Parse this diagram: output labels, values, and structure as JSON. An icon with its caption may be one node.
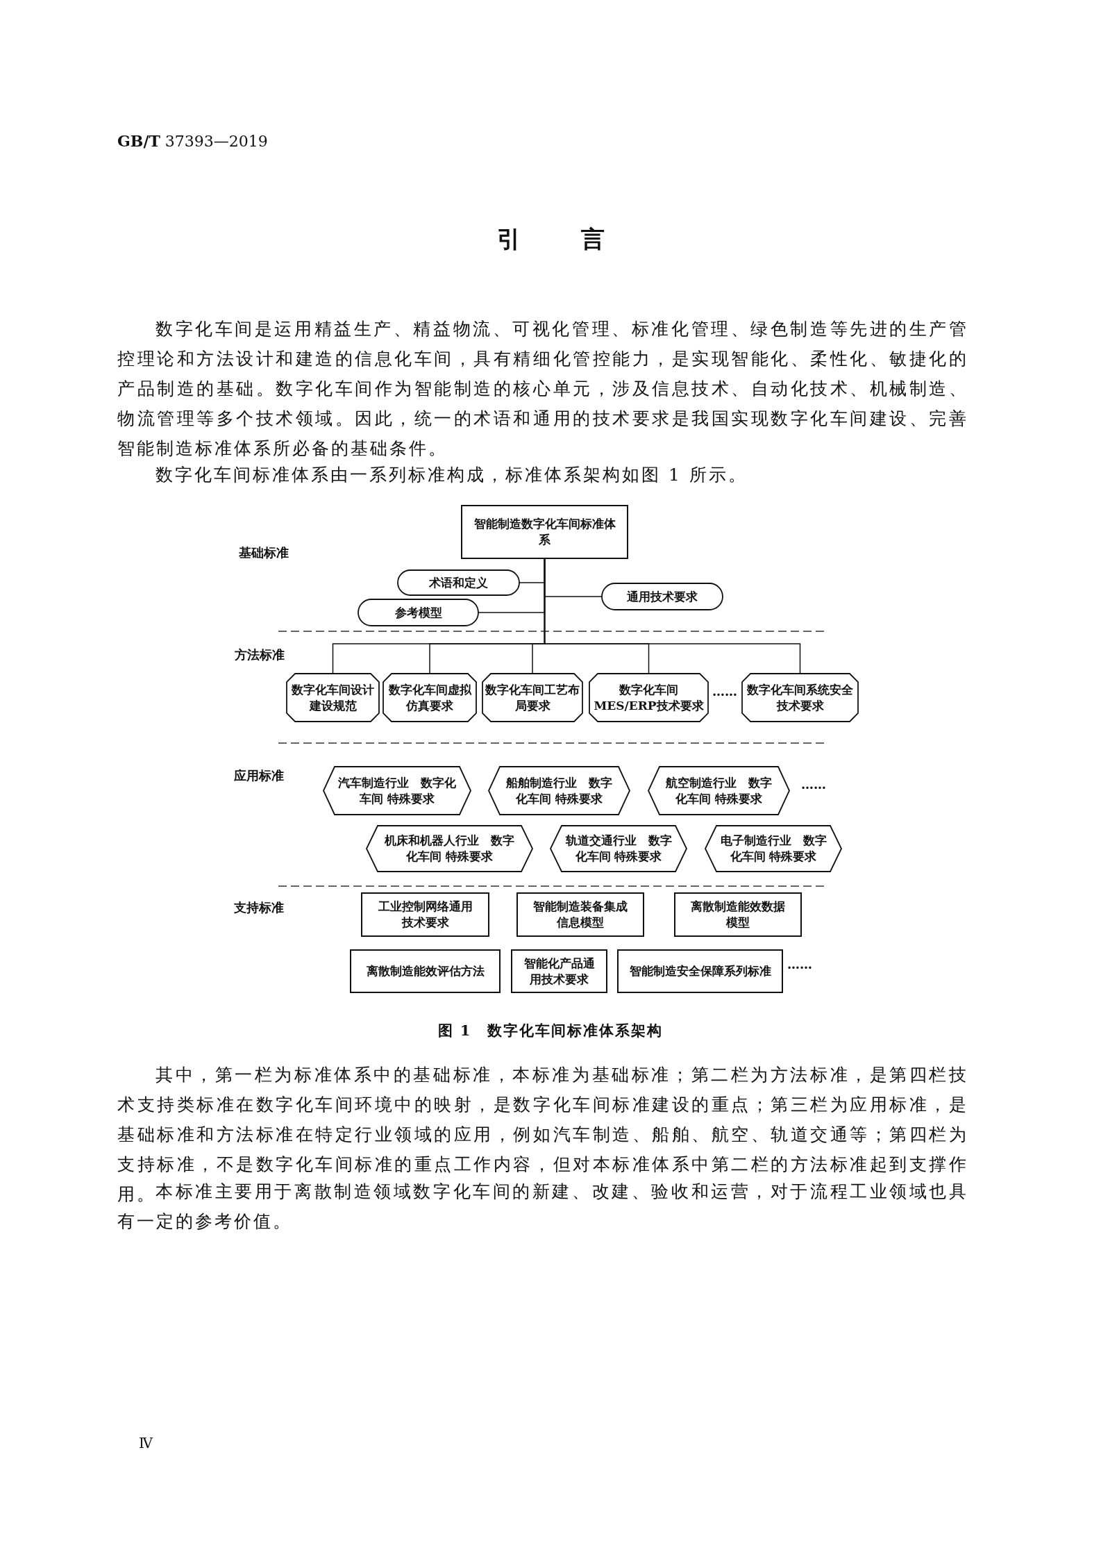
{
  "diagram": {
    "title": "引言",
    "caption": "图 1　数字化车间标准体系架构",
    "nodes": [
      {
        "text": [
          "智能制造数字化车间标准体系"
        ]
      },
      {
        "text": [
          "术语和定义"
        ]
      },
      {
        "text": [
          "通用技术要求"
        ]
      },
      {
        "text": [
          "参考模型"
        ]
      },
      {
        "text": [
          "数字化车间设计建设规范"
        ]
      },
      {
        "text": [
          "数字化车间虚拟仿真要求"
        ]
      },
      {
        "text": [
          "数字化车间工艺布局要求"
        ]
      },
      {
        "text": [
          "数字化车间MES/ERP技术要求"
        ]
      },
      {
        "text": [
          "数字化车间系统安全技术要求"
        ]
      },
      {
        "text": [
          "汽车制造行业　数字化车间 特殊要求"
        ]
      },
      {
        "text": [
          "船舶制造行业　数字化车间 特殊要求"
        ]
      },
      {
        "text": [
          "航空制造行业　数字化车间 特殊要求"
        ]
      },
      {
        "text": [
          "机床和机器人行业　数字化车间 特殊要求"
        ]
      },
      {
        "text": [
          "轨道交通行业　数字化车间 特殊要求"
        ]
      },
      {
        "text": [
          "电子制造行业　数字化车间 特殊要求"
        ]
      },
      {
        "text": [
          "工业控制网络通用技术要求"
        ]
      },
      {
        "text": [
          "智能制造装备集成信息模型"
        ]
      },
      {
        "text": [
          "离散制造能效数据模型"
        ]
      },
      {
        "text": [
          "离散制造能效评估方法"
        ]
      },
      {
        "text": [
          "智能化产品通用技术要求"
        ]
      },
      {
        "text": [
          "智能制造安全保障系列标准"
        ]
      }
    ],
    "edges": [
      {
        "from": 0,
        "to": 1,
        "arrow": "none"
      },
      {
        "from": 0,
        "to": 2,
        "arrow": "none"
      },
      {
        "from": 0,
        "to": 3,
        "arrow": "none"
      },
      {
        "from": 0,
        "to": 4,
        "arrow": "none"
      },
      {
        "from": 0,
        "to": 5,
        "arrow": "none"
      },
      {
        "from": 0,
        "to": 6,
        "arrow": "none"
      },
      {
        "from": 0,
        "to": 7,
        "arrow": "none"
      },
      {
        "from": 0,
        "to": 8,
        "arrow": "none"
      }
    ],
    "labels": [
      "**GB/T** 37393—2019",
      "数字化车间是运用精益生产、精益物流、可视化管理、标准化管理、绿色制造等先进的生产管控理论和方法设计和建造的信息化车间，具有精细化管控能力，是实现智能化、柔性化、敏捷化的产品制造的基础。数字化车间作为智能制造的核心单元，涉及信息技术、自动化技术、机械制造、物流管理等多个技术领域。因此，统一的术语和通用的技术要求是我国实现数字化车间建设、完善智能制造标准体系所必备的基础条件。",
      "数字化车间标准体系由一系列标准构成，标准体系架构如图 1 所示。",
      "基础标准",
      "方法标准",
      "……",
      "应用标准",
      "……",
      "支持标准",
      "……",
      "其中，第一栏为标准体系中的基础标准，本标准为基础标准；第二栏为方法标准，是第四栏技术支持类标准在数字化车间环境中的映射，是数字化车间标准建设的重点；第三栏为应用标准，是基础标准和方法标准在特定行业领域的应用，例如汽车制造、船舶、航空、轨道交通等；第四栏为支持标准，不是数字化车间标准的重点工作内容，但对本标准体系中第二栏的方法标准起到支撑作用。",
      "本标准主要用于离散制造领域数字化车间的新建、改建、验收和运营，对于流程工业领域也具有一定的参考价值。",
      "Ⅳ"
    ]
  }
}
